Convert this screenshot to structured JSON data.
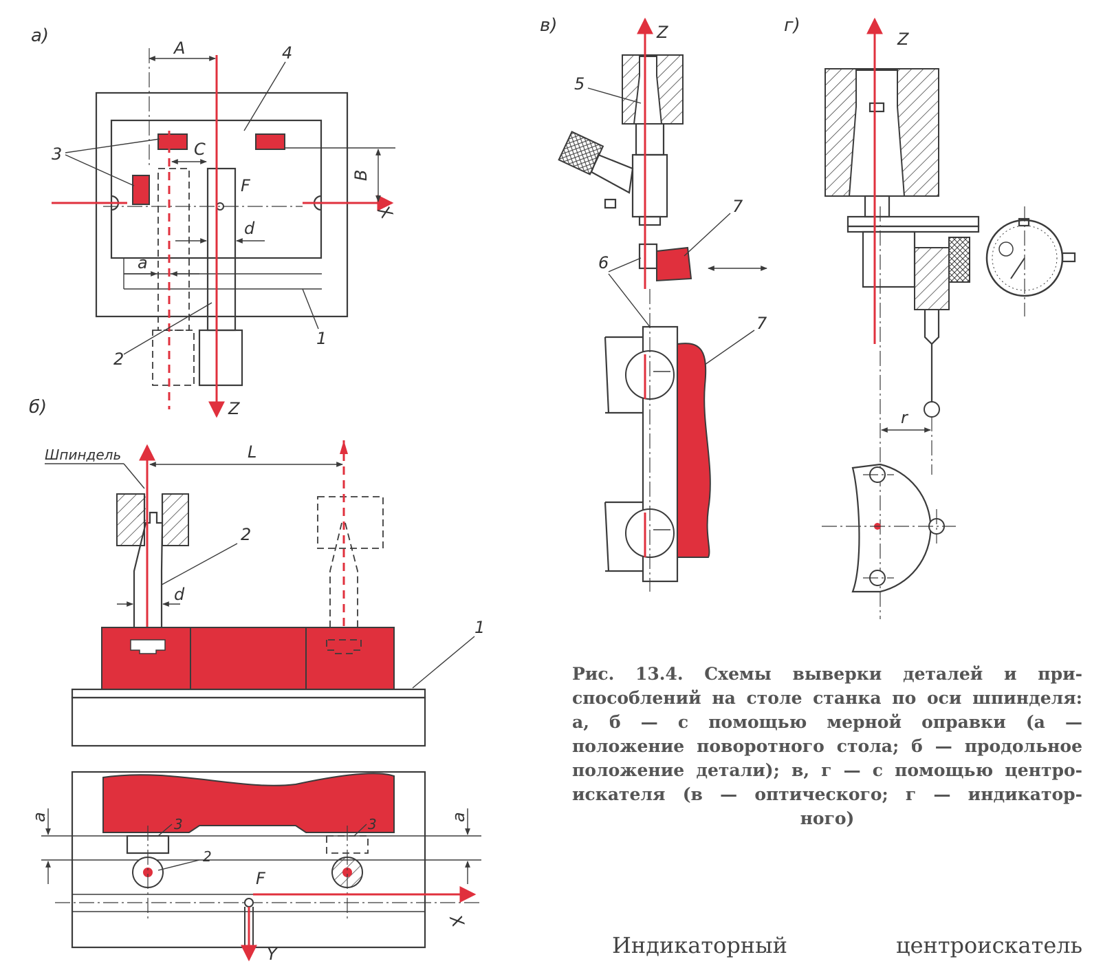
{
  "figure": {
    "panel_labels": {
      "a": "а)",
      "b": "б)",
      "v": "в)",
      "g": "г)"
    },
    "labels_a": {
      "A": "A",
      "C": "C",
      "B": "B",
      "F": "F",
      "d": "d",
      "a": "a",
      "X": "X",
      "Z": "Z",
      "n1": "1",
      "n2": "2",
      "n3": "3",
      "n4": "4"
    },
    "labels_b": {
      "spindle": "Шпиндель",
      "L": "L",
      "d": "d",
      "n1": "1",
      "n2": "2",
      "n2b": "2",
      "n3a": "3",
      "n3b": "3",
      "a_left": "a",
      "a_right": "a",
      "F": "F",
      "X": "X",
      "Y": "Y"
    },
    "labels_v": {
      "Z": "Z",
      "n5": "5",
      "n6": "6",
      "n7a": "7",
      "n7b": "7"
    },
    "labels_g": {
      "Z": "Z",
      "r": "r"
    },
    "accent_color": "#e0303d",
    "line_color": "#3b3b3b"
  },
  "caption": {
    "lines": [
      "Рис. 13.4. Схемы выверки деталей и при-",
      "способлений на столе станка по оси шпинделя:",
      "а, б — с помощью мерной оправки (а —",
      "положение поворотного стола; б — продольное",
      "положение детали); в, г — с помощью центро-",
      "искателя (в — оптического; г — индикатор-",
      "ного)"
    ]
  },
  "footer": {
    "word1": "Индикаторный",
    "word2": "центроискатель"
  }
}
